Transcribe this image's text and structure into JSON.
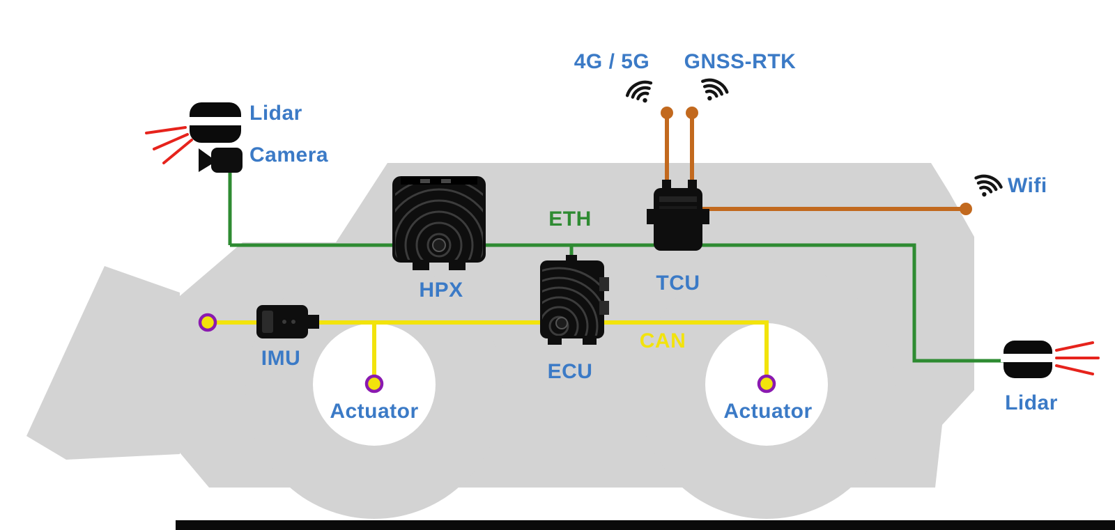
{
  "labels": {
    "lidar_front": "Lidar",
    "camera": "Camera",
    "cellular": "4G / 5G",
    "gnss": "GNSS-RTK",
    "wifi": "Wifi",
    "eth_bus": "ETH",
    "can_bus": "CAN",
    "hpx": "HPX",
    "tcu": "TCU",
    "ecu": "ECU",
    "imu": "IMU",
    "actuator_front": "Actuator",
    "actuator_rear": "Actuator",
    "lidar_rear": "Lidar"
  },
  "buses": [
    {
      "name": "ETH",
      "color": "#2e8b32",
      "connects": [
        "Lidar (front)",
        "Camera",
        "HPX",
        "ECU",
        "TCU",
        "Lidar (rear)"
      ]
    },
    {
      "name": "CAN",
      "color": "#f2e30c",
      "connects": [
        "IMU",
        "Actuator (front)",
        "ECU",
        "Actuator (rear)"
      ]
    },
    {
      "name": "RF antennas",
      "color": "#c2691e",
      "connects": [
        "TCU",
        "4G / 5G",
        "GNSS-RTK",
        "Wifi"
      ]
    }
  ],
  "colors": {
    "label_blue": "#3b7ac6",
    "eth_green": "#2e8b32",
    "can_yellow": "#f2e30c",
    "antenna_orange": "#c2691e",
    "node_purple": "#8a1ab0",
    "laser_red": "#e6231c",
    "vehicle_gray": "#d3d3d3"
  }
}
